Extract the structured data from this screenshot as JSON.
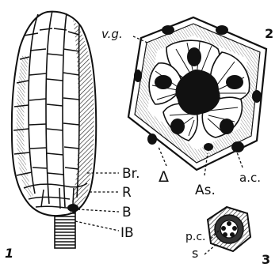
{
  "figures": {
    "fig1": {
      "number": "1",
      "labels": {
        "br": "Br.",
        "r": "R",
        "b": "B",
        "ib": "IB"
      }
    },
    "fig2": {
      "number": "2",
      "labels": {
        "vg": "v.g.",
        "delta": "Δ",
        "as": "As.",
        "ac": "a.c."
      }
    },
    "fig3": {
      "number": "3",
      "labels": {
        "pc": "p.c.",
        "s": "s"
      }
    }
  }
}
